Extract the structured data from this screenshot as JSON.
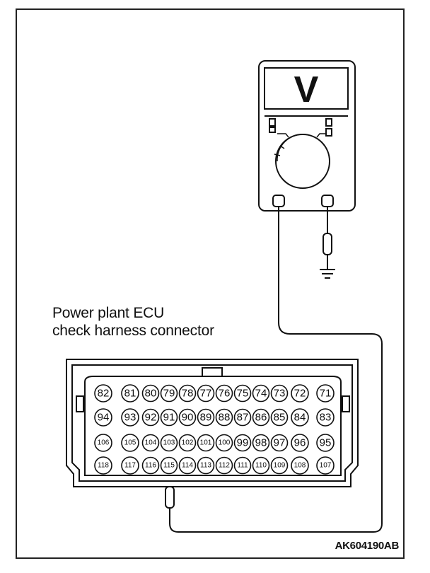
{
  "caption": {
    "line1": "Power plant ECU",
    "line2": "check harness connector"
  },
  "figure_id": "AK604190AB",
  "meter": {
    "display_symbol": "V"
  },
  "connector": {
    "rows": [
      [
        "82",
        "81",
        "80",
        "79",
        "78",
        "77",
        "76",
        "75",
        "74",
        "73",
        "72",
        "71"
      ],
      [
        "94",
        "93",
        "92",
        "91",
        "90",
        "89",
        "88",
        "87",
        "86",
        "85",
        "84",
        "83"
      ],
      [
        "106",
        "105",
        "104",
        "103",
        "102",
        "101",
        "100",
        "99",
        "98",
        "97",
        "96",
        "95"
      ],
      [
        "118",
        "117",
        "116",
        "115",
        "114",
        "113",
        "112",
        "111",
        "110",
        "109",
        "108",
        "107"
      ]
    ],
    "probed_pin": "115"
  },
  "icons": [
    "voltmeter-icon",
    "ground-icon",
    "probe-icon",
    "connector-icon"
  ],
  "colors": {
    "line": "#111111",
    "background": "#ffffff"
  }
}
